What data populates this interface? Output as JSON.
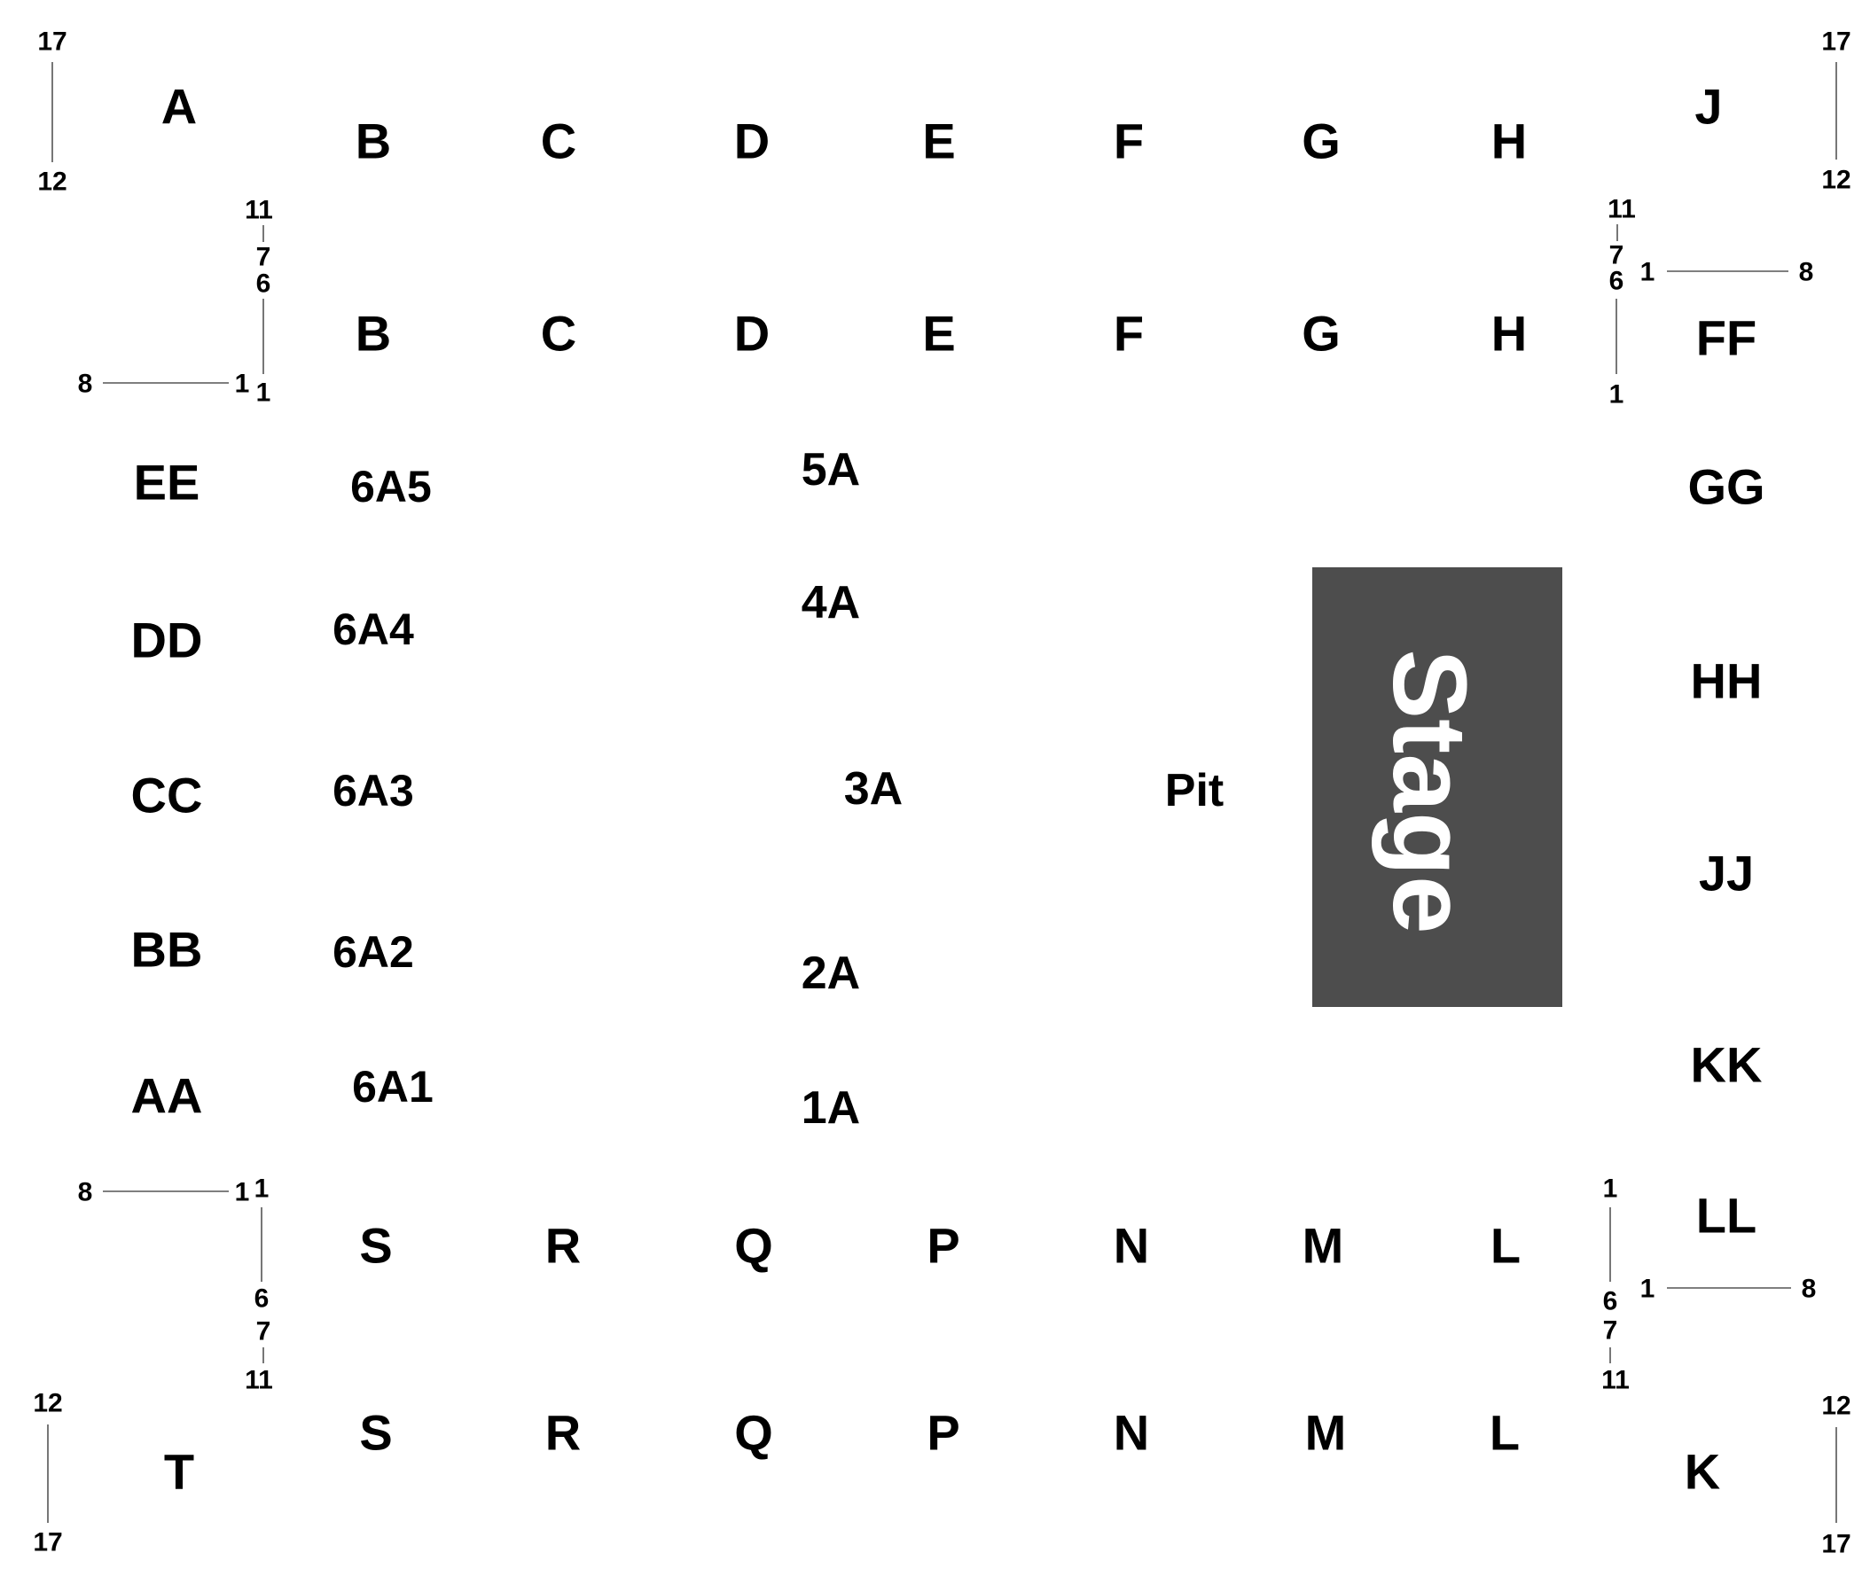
{
  "chart_data": {
    "type": "seating-map",
    "stage": {
      "label": "Stage",
      "fill": "#4d4d4d",
      "text_color": "#ffffff"
    },
    "pit": {
      "label": "Pit"
    },
    "sections": {
      "top_outer": [
        "A",
        "J"
      ],
      "top_row_1": [
        "B",
        "C",
        "D",
        "E",
        "F",
        "G",
        "H"
      ],
      "top_row_2": [
        "B",
        "C",
        "D",
        "E",
        "F",
        "G",
        "H"
      ],
      "bottom_row_1": [
        "S",
        "R",
        "Q",
        "P",
        "N",
        "M",
        "L"
      ],
      "bottom_row_2": [
        "S",
        "R",
        "Q",
        "P",
        "N",
        "M",
        "L"
      ],
      "bottom_outer": [
        "T",
        "K"
      ],
      "left_column": [
        "EE",
        "DD",
        "CC",
        "BB",
        "AA"
      ],
      "right_column": [
        "FF",
        "GG",
        "HH",
        "JJ",
        "KK",
        "LL"
      ],
      "inner_left_column": [
        "6A5",
        "6A4",
        "6A3",
        "6A2",
        "6A1"
      ],
      "center_column": [
        "5A",
        "4A",
        "3A",
        "2A",
        "1A"
      ]
    },
    "seat_markers": {
      "corner_top_left": [
        "17",
        "12"
      ],
      "corner_top_right": [
        "17",
        "12"
      ],
      "corner_bottom_left": [
        "12",
        "17"
      ],
      "corner_bottom_right": [
        "12",
        "17"
      ],
      "upper_left_vertical": [
        "11",
        "7",
        "6",
        "1"
      ],
      "upper_left_horizontal": [
        "8",
        "1"
      ],
      "upper_right_vertical": [
        "11",
        "7",
        "6",
        "1"
      ],
      "upper_right_horizontal": [
        "1",
        "8"
      ],
      "lower_left_horizontal": [
        "8",
        "1"
      ],
      "lower_left_vertical": [
        "1",
        "6",
        "7",
        "11"
      ],
      "lower_right_vertical": [
        "1",
        "6",
        "7",
        "11"
      ],
      "lower_right_horizontal": [
        "1",
        "8"
      ]
    },
    "colors": {
      "line": "#555555",
      "text": "#000000"
    }
  }
}
